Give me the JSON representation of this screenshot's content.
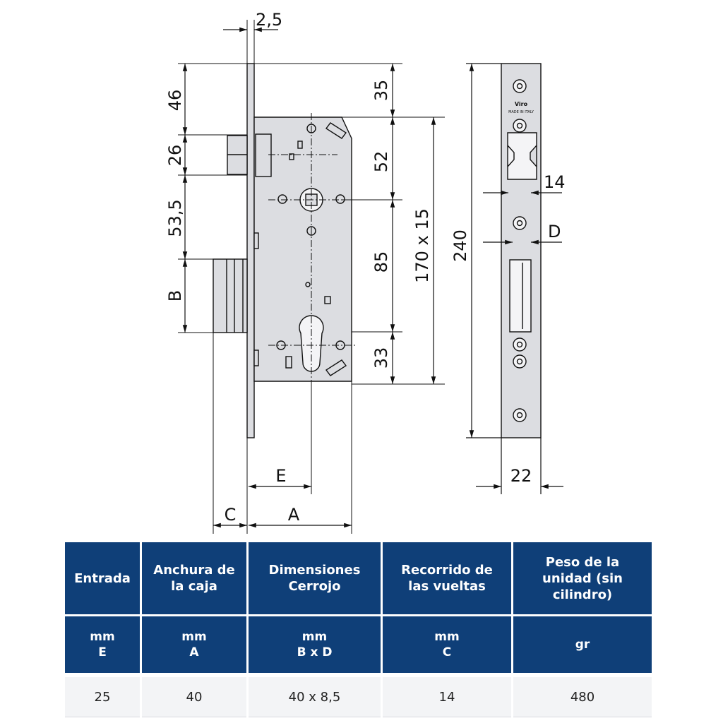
{
  "drawing": {
    "dims": {
      "top_plate_thickness": "2,5",
      "d46": "46",
      "d26": "26",
      "d53_5": "53,5",
      "dB": "B",
      "d35": "35",
      "d52": "52",
      "d85": "85",
      "d33": "33",
      "d170x15": "170 x 15",
      "d240": "240",
      "d14": "14",
      "dD": "D",
      "d22": "22",
      "dE": "E",
      "dC": "C",
      "dA": "A"
    },
    "plate_brand": "Viro",
    "plate_origin": "MADE IN ITALY"
  },
  "table": {
    "headers": [
      [
        "Entrada"
      ],
      [
        "Anchura de",
        "la caja"
      ],
      [
        "Dimensiones",
        "Cerrojo"
      ],
      [
        "Recorrido de",
        "las vueltas"
      ],
      [
        "Peso de la",
        "unidad (sin",
        "cilindro)"
      ]
    ],
    "units": [
      [
        "mm",
        "E"
      ],
      [
        "mm",
        "A"
      ],
      [
        "mm",
        "B x D"
      ],
      [
        "mm",
        "C"
      ],
      [
        "gr"
      ]
    ],
    "values": [
      "25",
      "40",
      "40 x 8,5",
      "14",
      "480"
    ]
  },
  "colors": {
    "header_blue": "#0f3f78",
    "metal_fill": "#dcdde1",
    "value_row": "#f3f4f6"
  }
}
